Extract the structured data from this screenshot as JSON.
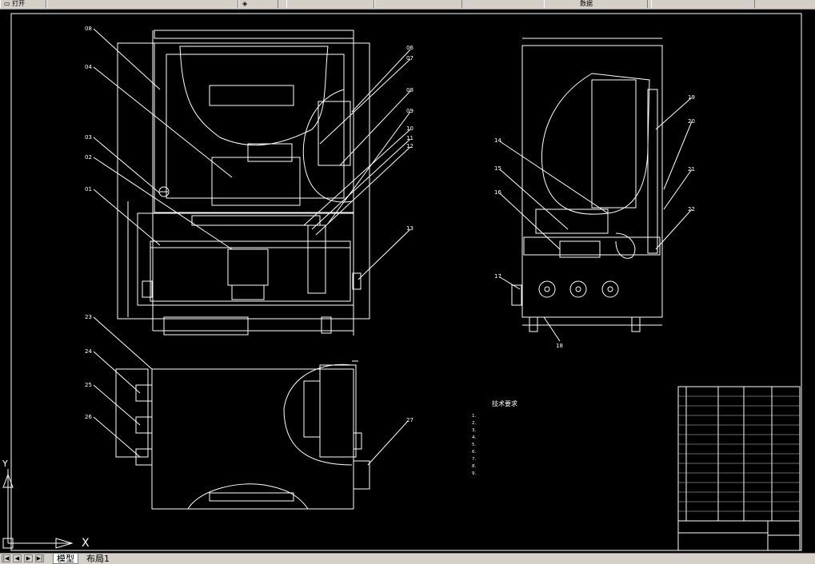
{
  "toolbar": {
    "open_label": "打开",
    "tab2": "",
    "tab3": "",
    "tab4": "数据",
    "tab5": ""
  },
  "drawing": {
    "tech_title": "技术要求",
    "tech_lines": [
      "1.",
      "2.",
      "3.",
      "4.",
      "5.",
      "6.",
      "7.",
      "8.",
      "9."
    ],
    "labels_left": [
      "08",
      "04",
      "03",
      "02",
      "01",
      "23",
      "24",
      "25",
      "26"
    ],
    "labels_right_main": [
      "06",
      "07",
      "08",
      "09",
      "10",
      "11",
      "12",
      "13"
    ],
    "labels_side": [
      "14",
      "15",
      "16",
      "17",
      "18",
      "19",
      "20",
      "21",
      "22"
    ],
    "label_27": "27"
  },
  "ucs": {
    "x_label": "X",
    "y_label": "Y"
  },
  "bottom": {
    "tab_model": "模型",
    "tab_layout": "布局1"
  },
  "colors": {
    "background": "#000000",
    "line": "#ffffff",
    "chrome": "#d4d0c8"
  }
}
